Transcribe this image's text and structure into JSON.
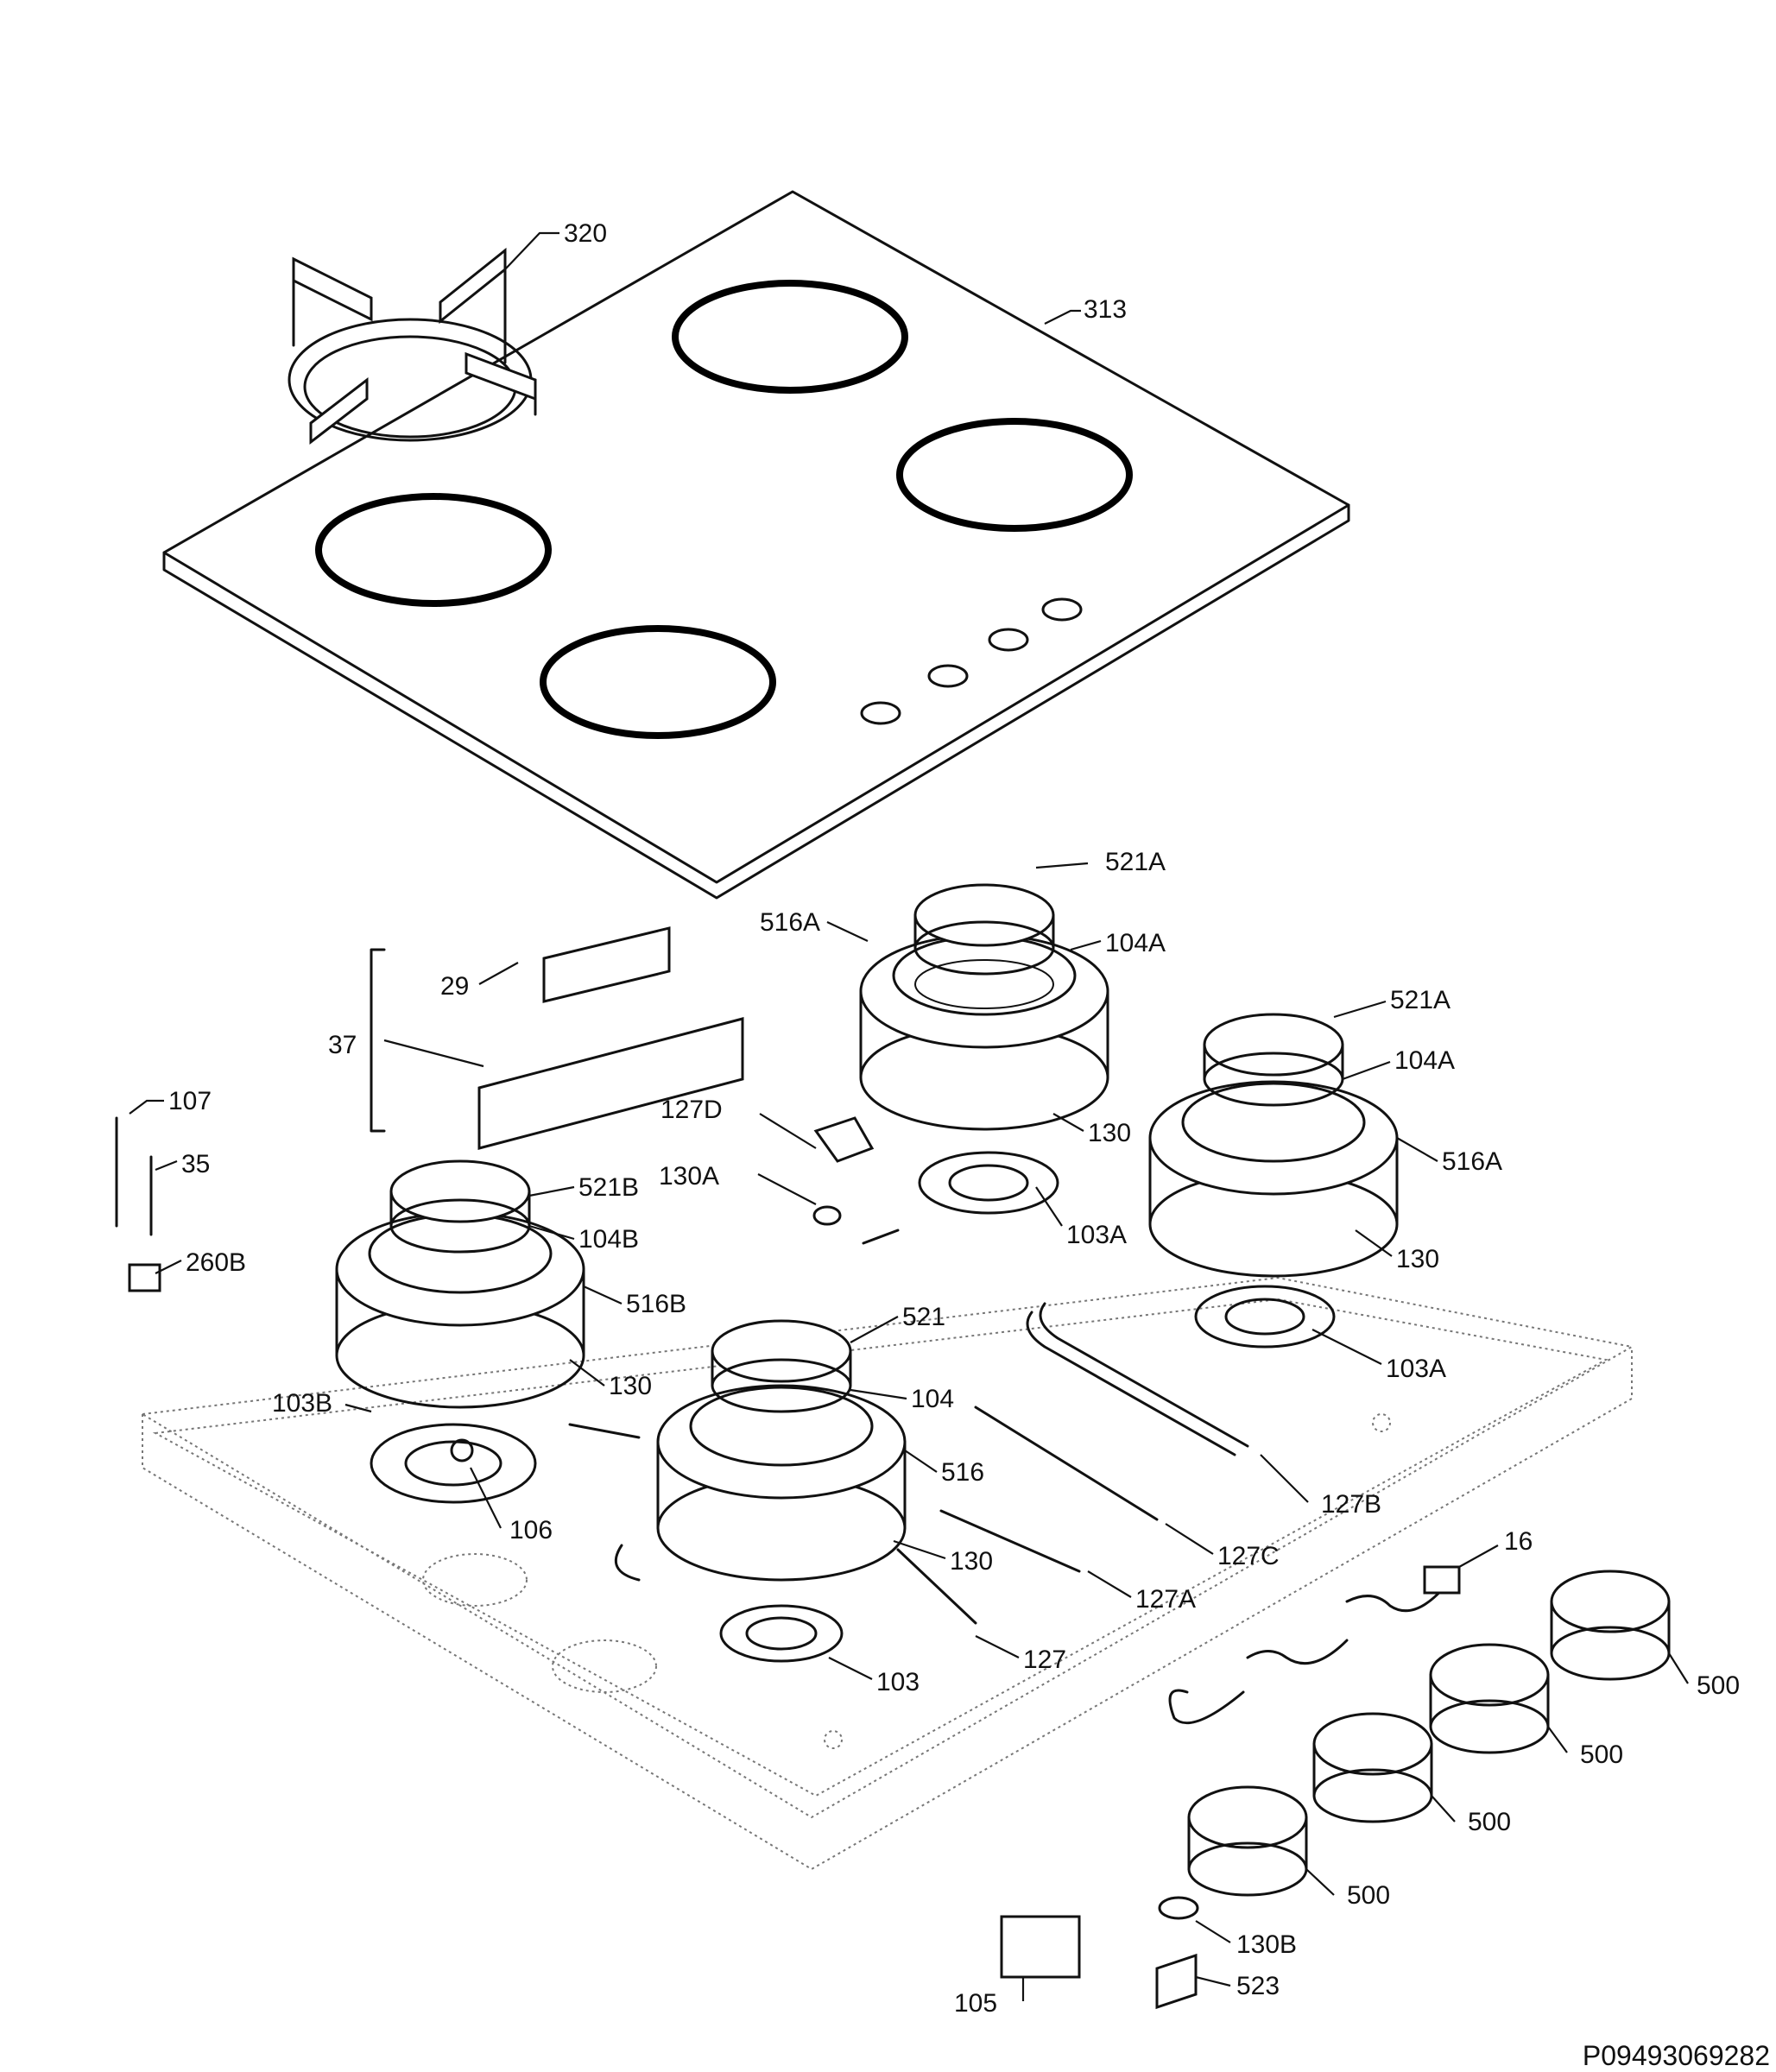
{
  "document_code": "P09493069282",
  "callouts": {
    "c320": "320",
    "c313": "313",
    "c29": "29",
    "c37": "37",
    "c107": "107",
    "c35": "35",
    "c260b": "260B",
    "c127d": "127D",
    "c130a": "130A",
    "c516a_1": "516A",
    "c521a_1": "521A",
    "c104a_1": "104A",
    "c130_1": "130",
    "c103a_1": "103A",
    "c521a_2": "521A",
    "c104a_2": "104A",
    "c516a_2": "516A",
    "c130_2": "130",
    "c103a_2": "103A",
    "c521b": "521B",
    "c104b": "104B",
    "c516b": "516B",
    "c130_3": "130",
    "c103b": "103B",
    "c106": "106",
    "c521": "521",
    "c104": "104",
    "c516": "516",
    "c130_4": "130",
    "c103": "103",
    "c127": "127",
    "c127a": "127A",
    "c127c": "127C",
    "c127b": "127B",
    "c16": "16",
    "c500_1": "500",
    "c500_2": "500",
    "c500_3": "500",
    "c500_4": "500",
    "c130b": "130B",
    "c523": "523",
    "c105": "105"
  }
}
